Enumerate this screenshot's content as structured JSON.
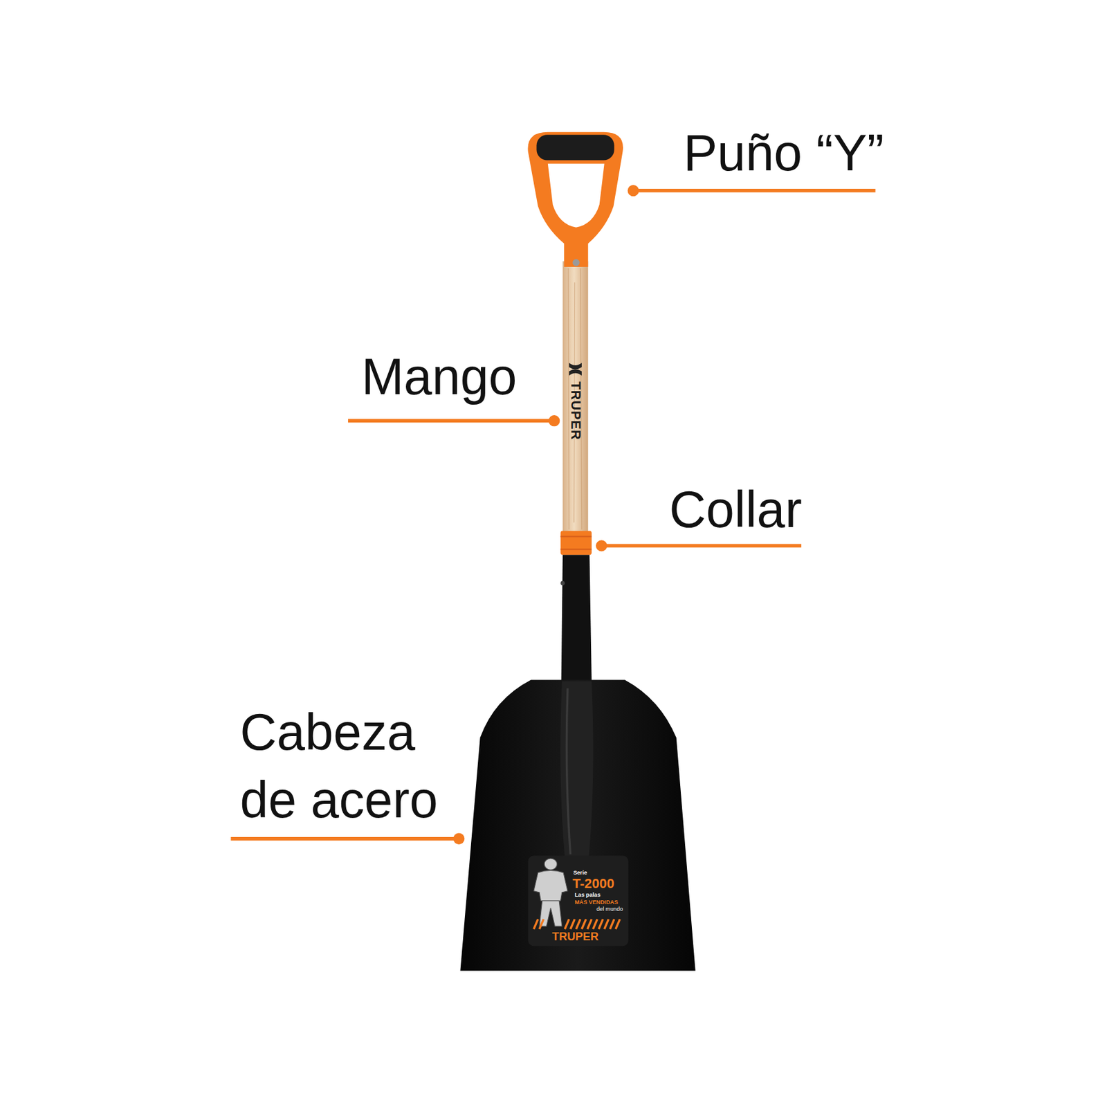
{
  "diagram": {
    "labels": [
      "Puño “Y”",
      "Mango",
      "Collar",
      "Cabeza de acero",
      "TRUPER",
      "Serie",
      "T-2000",
      "Las palas",
      "MÁS VENDIDAS",
      "del mundo",
      "TRUPER"
    ]
  }
}
